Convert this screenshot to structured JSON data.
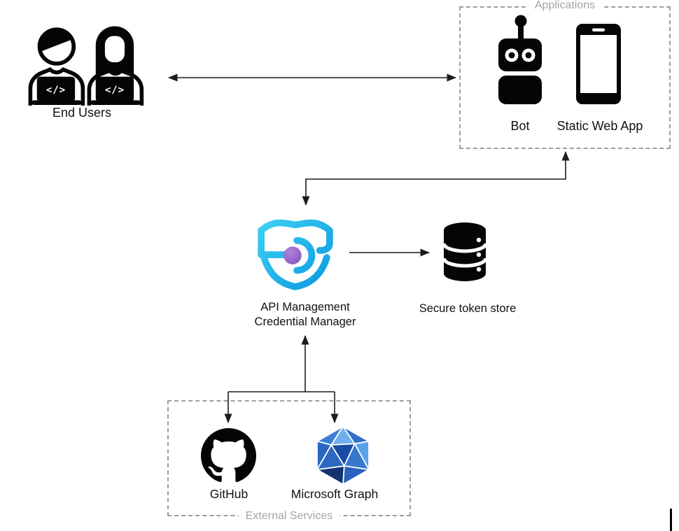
{
  "colors": {
    "line_black": "#1c1c1c",
    "border_gray": "#9e9e9e",
    "label_gray": "#a6a6a6",
    "icon_black": "#050505",
    "shield_cyan_light": "#3ed0f3",
    "shield_cyan_dark": "#0d9ce1",
    "dot_purple_light": "#b184dd",
    "dot_purple_dark": "#8250bf",
    "graph_facets": [
      "#3b7fd4",
      "#6fb0ea",
      "#2e6fc8",
      "#2b66c0",
      "#1b4aa3",
      "#5aa2e8",
      "#3578cd",
      "#2a62bd",
      "#16316f",
      "#2d68c2"
    ]
  },
  "end_users": {
    "label": "End Users",
    "code_glyph": "</>"
  },
  "applications_group": {
    "label": "Applications",
    "bot_label": "Bot",
    "web_app_label": "Static Web App"
  },
  "api_management": {
    "label_line1": "API Management",
    "label_line2": "Credential Manager"
  },
  "token_store": {
    "label": "Secure token store"
  },
  "external_group": {
    "label": "External Services",
    "github_label": "GitHub",
    "graph_label": "Microsoft Graph"
  }
}
